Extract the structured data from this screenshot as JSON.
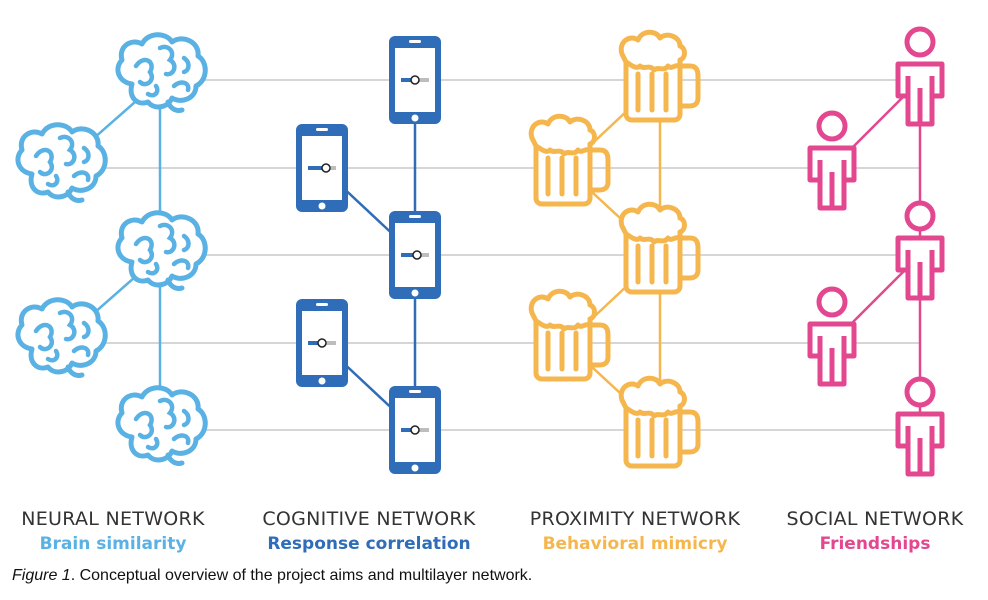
{
  "colors": {
    "neural": "#5ab1e3",
    "cognitive": "#2f6db8",
    "proximity": "#f5b64d",
    "social": "#e2478f",
    "layer_line": "#c9c9c9"
  },
  "layers": [
    {
      "id": "neural",
      "title": "NEURAL NETWORK",
      "subtitle": "Brain similarity",
      "icon": "brain-icon",
      "color": "#5ab1e3"
    },
    {
      "id": "cognitive",
      "title": "COGNITIVE NETWORK",
      "subtitle": "Response correlation",
      "icon": "phone-slider-icon",
      "color": "#2f6db8"
    },
    {
      "id": "proximity",
      "title": "PROXIMITY NETWORK",
      "subtitle": "Behavioral mimicry",
      "icon": "beer-mug-icon",
      "color": "#f5b64d"
    },
    {
      "id": "social",
      "title": "SOCIAL NETWORK",
      "subtitle": "Friendships",
      "icon": "person-icon",
      "color": "#e2478f"
    }
  ],
  "caption": {
    "figure": "Figure 1",
    "text": ". Conceptual overview of the project aims and multilayer network."
  }
}
